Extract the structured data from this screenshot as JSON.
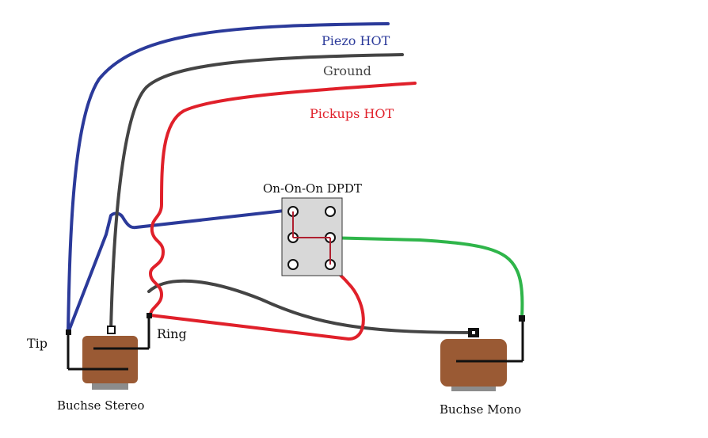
{
  "wires": {
    "piezo_hot": {
      "label": "Piezo HOT",
      "color": "#2b3a9a"
    },
    "ground": {
      "label": "Ground",
      "color": "#444444"
    },
    "pickups_hot": {
      "label": "Pickups HOT",
      "color": "#e0202a"
    },
    "switch_link": {
      "color": "#2fb54a"
    }
  },
  "switch": {
    "label": "On-On-On DPDT",
    "body_color": "#d8d8d8"
  },
  "jacks": {
    "stereo": {
      "label": "Buchse Stereo",
      "tip_label": "Tip",
      "ring_label": "Ring"
    },
    "mono": {
      "label": "Buchse Mono"
    }
  },
  "colors": {
    "jack_body": "#9a5a34",
    "jack_sleeve": "#8c8c8c",
    "jumper": "#b02030"
  }
}
